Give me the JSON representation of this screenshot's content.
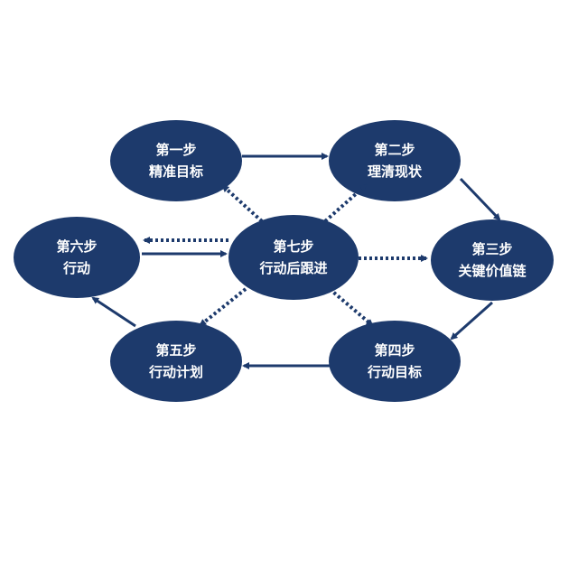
{
  "colors": {
    "node": "#1d3a6c",
    "arrow": "#1d3a6c"
  },
  "nodes": [
    {
      "step": "第一步",
      "label": "精准目标"
    },
    {
      "step": "第二步",
      "label": "理清现状"
    },
    {
      "step": "第三步",
      "label": "关键价值链"
    },
    {
      "step": "第四步",
      "label": "行动目标"
    },
    {
      "step": "第五步",
      "label": "行动计划"
    },
    {
      "step": "第六步",
      "label": "行动"
    },
    {
      "step": "第七步",
      "label": "行动后跟进"
    }
  ]
}
